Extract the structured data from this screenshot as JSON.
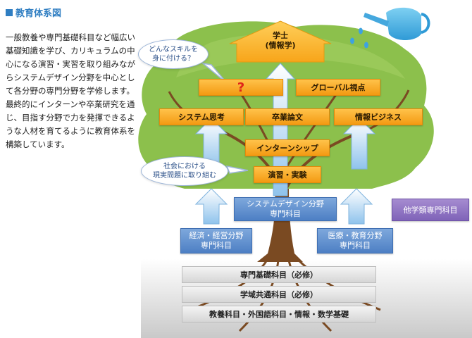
{
  "header": {
    "title": "教育体系図"
  },
  "description": "一般教養や専門基礎科目など幅広い基礎知識を学び、カリキュラムの中心になる演習・実習を取り組みながらシステムデザイン分野を中心として各分野の専門分野を学修します。最終的にインターンや卒業研究を通じ、目指す分野で力を発揮できるような人材を育てるように教育体系を構築しています。",
  "diagram": {
    "roof": {
      "line1": "学士",
      "line2": "(情報学)"
    },
    "bubble_top": {
      "line1": "どんなスキルを",
      "line2": "身に付ける？"
    },
    "bubble_mid": {
      "line1": "社会における",
      "line2": "現実問題に取り組む"
    },
    "question_mark": "?",
    "global_view": "グローバル視点",
    "system_thinking": "システム思考",
    "graduation_thesis": "卒業論文",
    "info_business": "情報ビジネス",
    "internship": "インターンシップ",
    "practice": "演習・実験",
    "system_design": {
      "line1": "システムデザイン分野",
      "line2": "専門科目"
    },
    "economics": {
      "line1": "経済・経営分野",
      "line2": "専門科目"
    },
    "medical": {
      "line1": "医療・教育分野",
      "line2": "専門科目"
    },
    "other_dept": "他学類専門科目",
    "foundation": [
      "専門基礎科目（必修）",
      "学域共通科目（必修）",
      "教養科目・外国語科目・情報・数学基礎"
    ]
  },
  "colors": {
    "accent_blue": "#2f7ec2",
    "orange": "#f39a12",
    "foliage": "#8cc04c",
    "trunk": "#7a4a22",
    "purple": "#7f63b8"
  }
}
